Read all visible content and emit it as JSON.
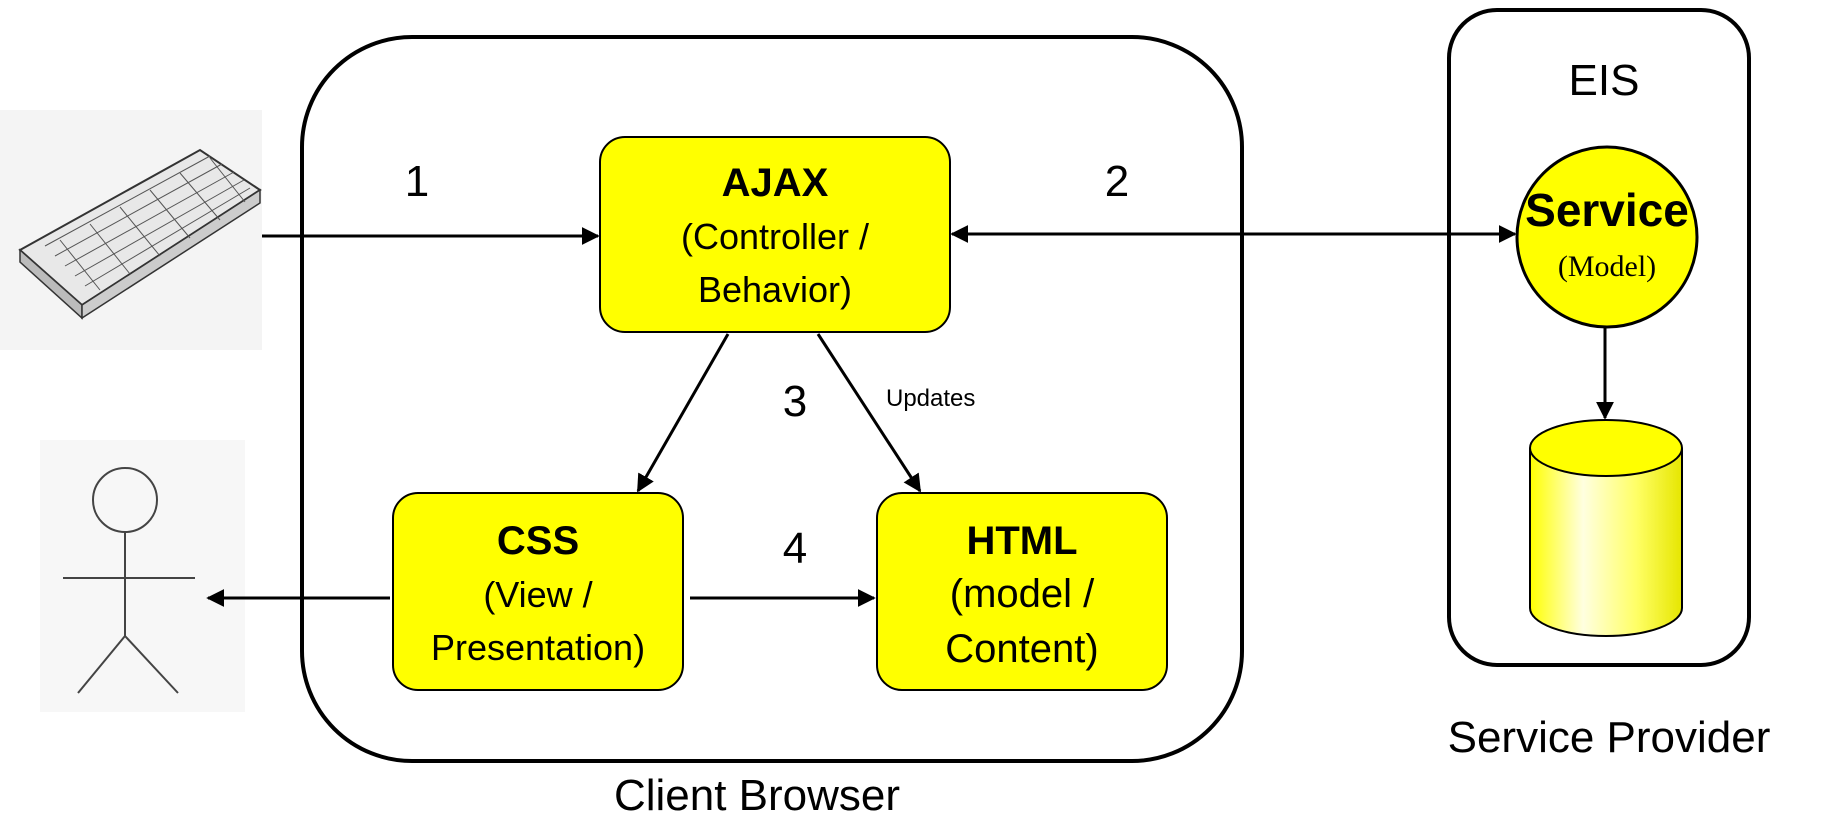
{
  "colors": {
    "box_fill": "#ffff00",
    "stroke": "#000000",
    "background": "#ffffff"
  },
  "containers": {
    "client": {
      "label": "Client Browser"
    },
    "provider": {
      "label": "Service Provider",
      "inner_label": "EIS"
    }
  },
  "nodes": {
    "ajax": {
      "title": "AJAX",
      "line1": "(Controller /",
      "line2": "Behavior)"
    },
    "css": {
      "title": "CSS",
      "line1": "(View /",
      "line2": "Presentation)"
    },
    "html": {
      "title": "HTML",
      "line1": "(model /",
      "line2": "Content)"
    },
    "service": {
      "title": "Service",
      "subtitle": "(Model)"
    },
    "database": {
      "icon": "database-cylinder-icon"
    }
  },
  "actors": {
    "keyboard": {
      "icon": "keyboard-icon"
    },
    "user": {
      "icon": "stick-figure-icon"
    }
  },
  "steps": {
    "s1": "1",
    "s2": "2",
    "s3": "3",
    "s4": "4",
    "updates": "Updates"
  }
}
